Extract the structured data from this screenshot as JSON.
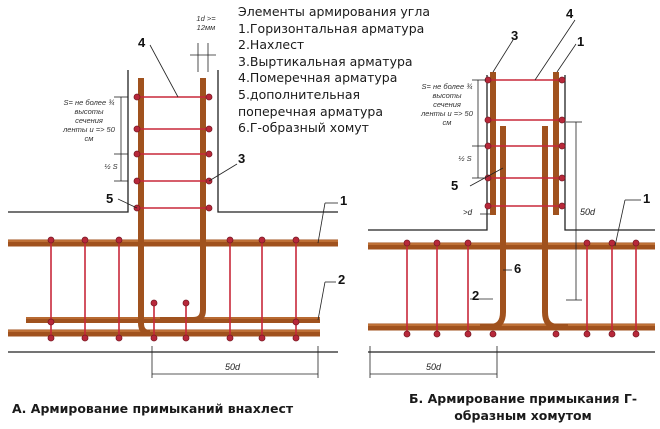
{
  "legend": {
    "title": "Элементы армирования угла",
    "items": [
      "1.Горизонтальная арматура",
      "2.Нахлест",
      "3.Выртикальная арматура",
      "4.Померечная арматура",
      "5.дополнительная",
      "поперечная арматура",
      "6.Г-образный хомут"
    ]
  },
  "diagram_a": {
    "caption": "А. Армирование примыканий внахлест",
    "spacing_note": "S= не более ¾ высоты сечения ленты и => 50 см",
    "half_s": "½ S",
    "overlap_note": "1d >= 12мм",
    "length": "50d",
    "labels": [
      "4",
      "3",
      "5",
      "1",
      "2"
    ]
  },
  "diagram_b": {
    "caption": "Б. Армирование примыкания Г-образным хомутом",
    "spacing_note": "S= не более ¾ высоты сечения ленты и => 50 см",
    "half_s": "½ S",
    "gap_note": ">d",
    "length_bottom": "50d",
    "length_side": "50d",
    "labels": [
      "4",
      "3",
      "1",
      "5",
      "6",
      "2"
    ]
  },
  "colors": {
    "rebar": "#a0521e",
    "rebar_dark": "#6b3410",
    "joint": "#c8283a",
    "tie": "#c8283a",
    "outline": "#222222"
  }
}
